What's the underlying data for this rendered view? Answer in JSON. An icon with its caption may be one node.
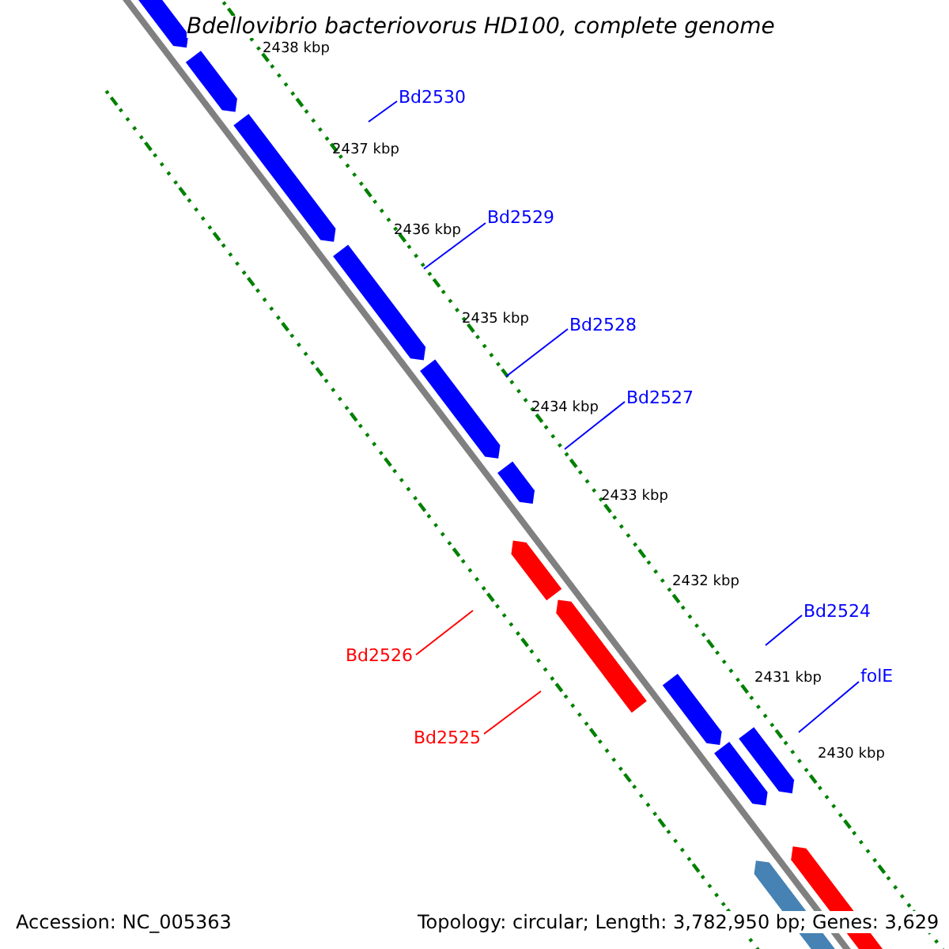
{
  "diagram": {
    "title": "Bdellovibrio bacteriovorus HD100, complete genome",
    "nodes": [
      {
        "text": [
          "Bd2530"
        ]
      },
      {
        "text": [
          "Bd2529"
        ]
      },
      {
        "text": [
          "Bd2528"
        ]
      },
      {
        "text": [
          "Bd2527"
        ]
      },
      {
        "text": [
          "Bd2526"
        ]
      },
      {
        "text": [
          "Bd2525"
        ]
      },
      {
        "text": [
          "Bd2524"
        ]
      },
      {
        "text": [
          "folE"
        ]
      }
    ],
    "edges": [
      {
        "from": 0,
        "to": null,
        "arrow": "none"
      },
      {
        "from": 1,
        "to": null,
        "arrow": "none"
      },
      {
        "from": 2,
        "to": null,
        "arrow": "none"
      },
      {
        "from": 3,
        "to": null,
        "arrow": "none"
      },
      {
        "from": 4,
        "to": null,
        "arrow": "none",
        "color": "#ff0000"
      },
      {
        "from": 5,
        "to": null,
        "arrow": "none",
        "color": "#ff0000"
      },
      {
        "from": 6,
        "to": null,
        "arrow": "none"
      },
      {
        "from": 7,
        "to": null,
        "arrow": "none"
      }
    ],
    "labels": [
      "2438 kbp",
      "2437 kbp",
      "2436 kbp",
      "2435 kbp",
      "2434 kbp",
      "2433 kbp",
      "2432 kbp",
      "2431 kbp",
      "2430 kbp",
      "Accession: NC_005363",
      "Topology: circular; Length: 3,782,950 bp; Genes: 3,629"
    ]
  }
}
